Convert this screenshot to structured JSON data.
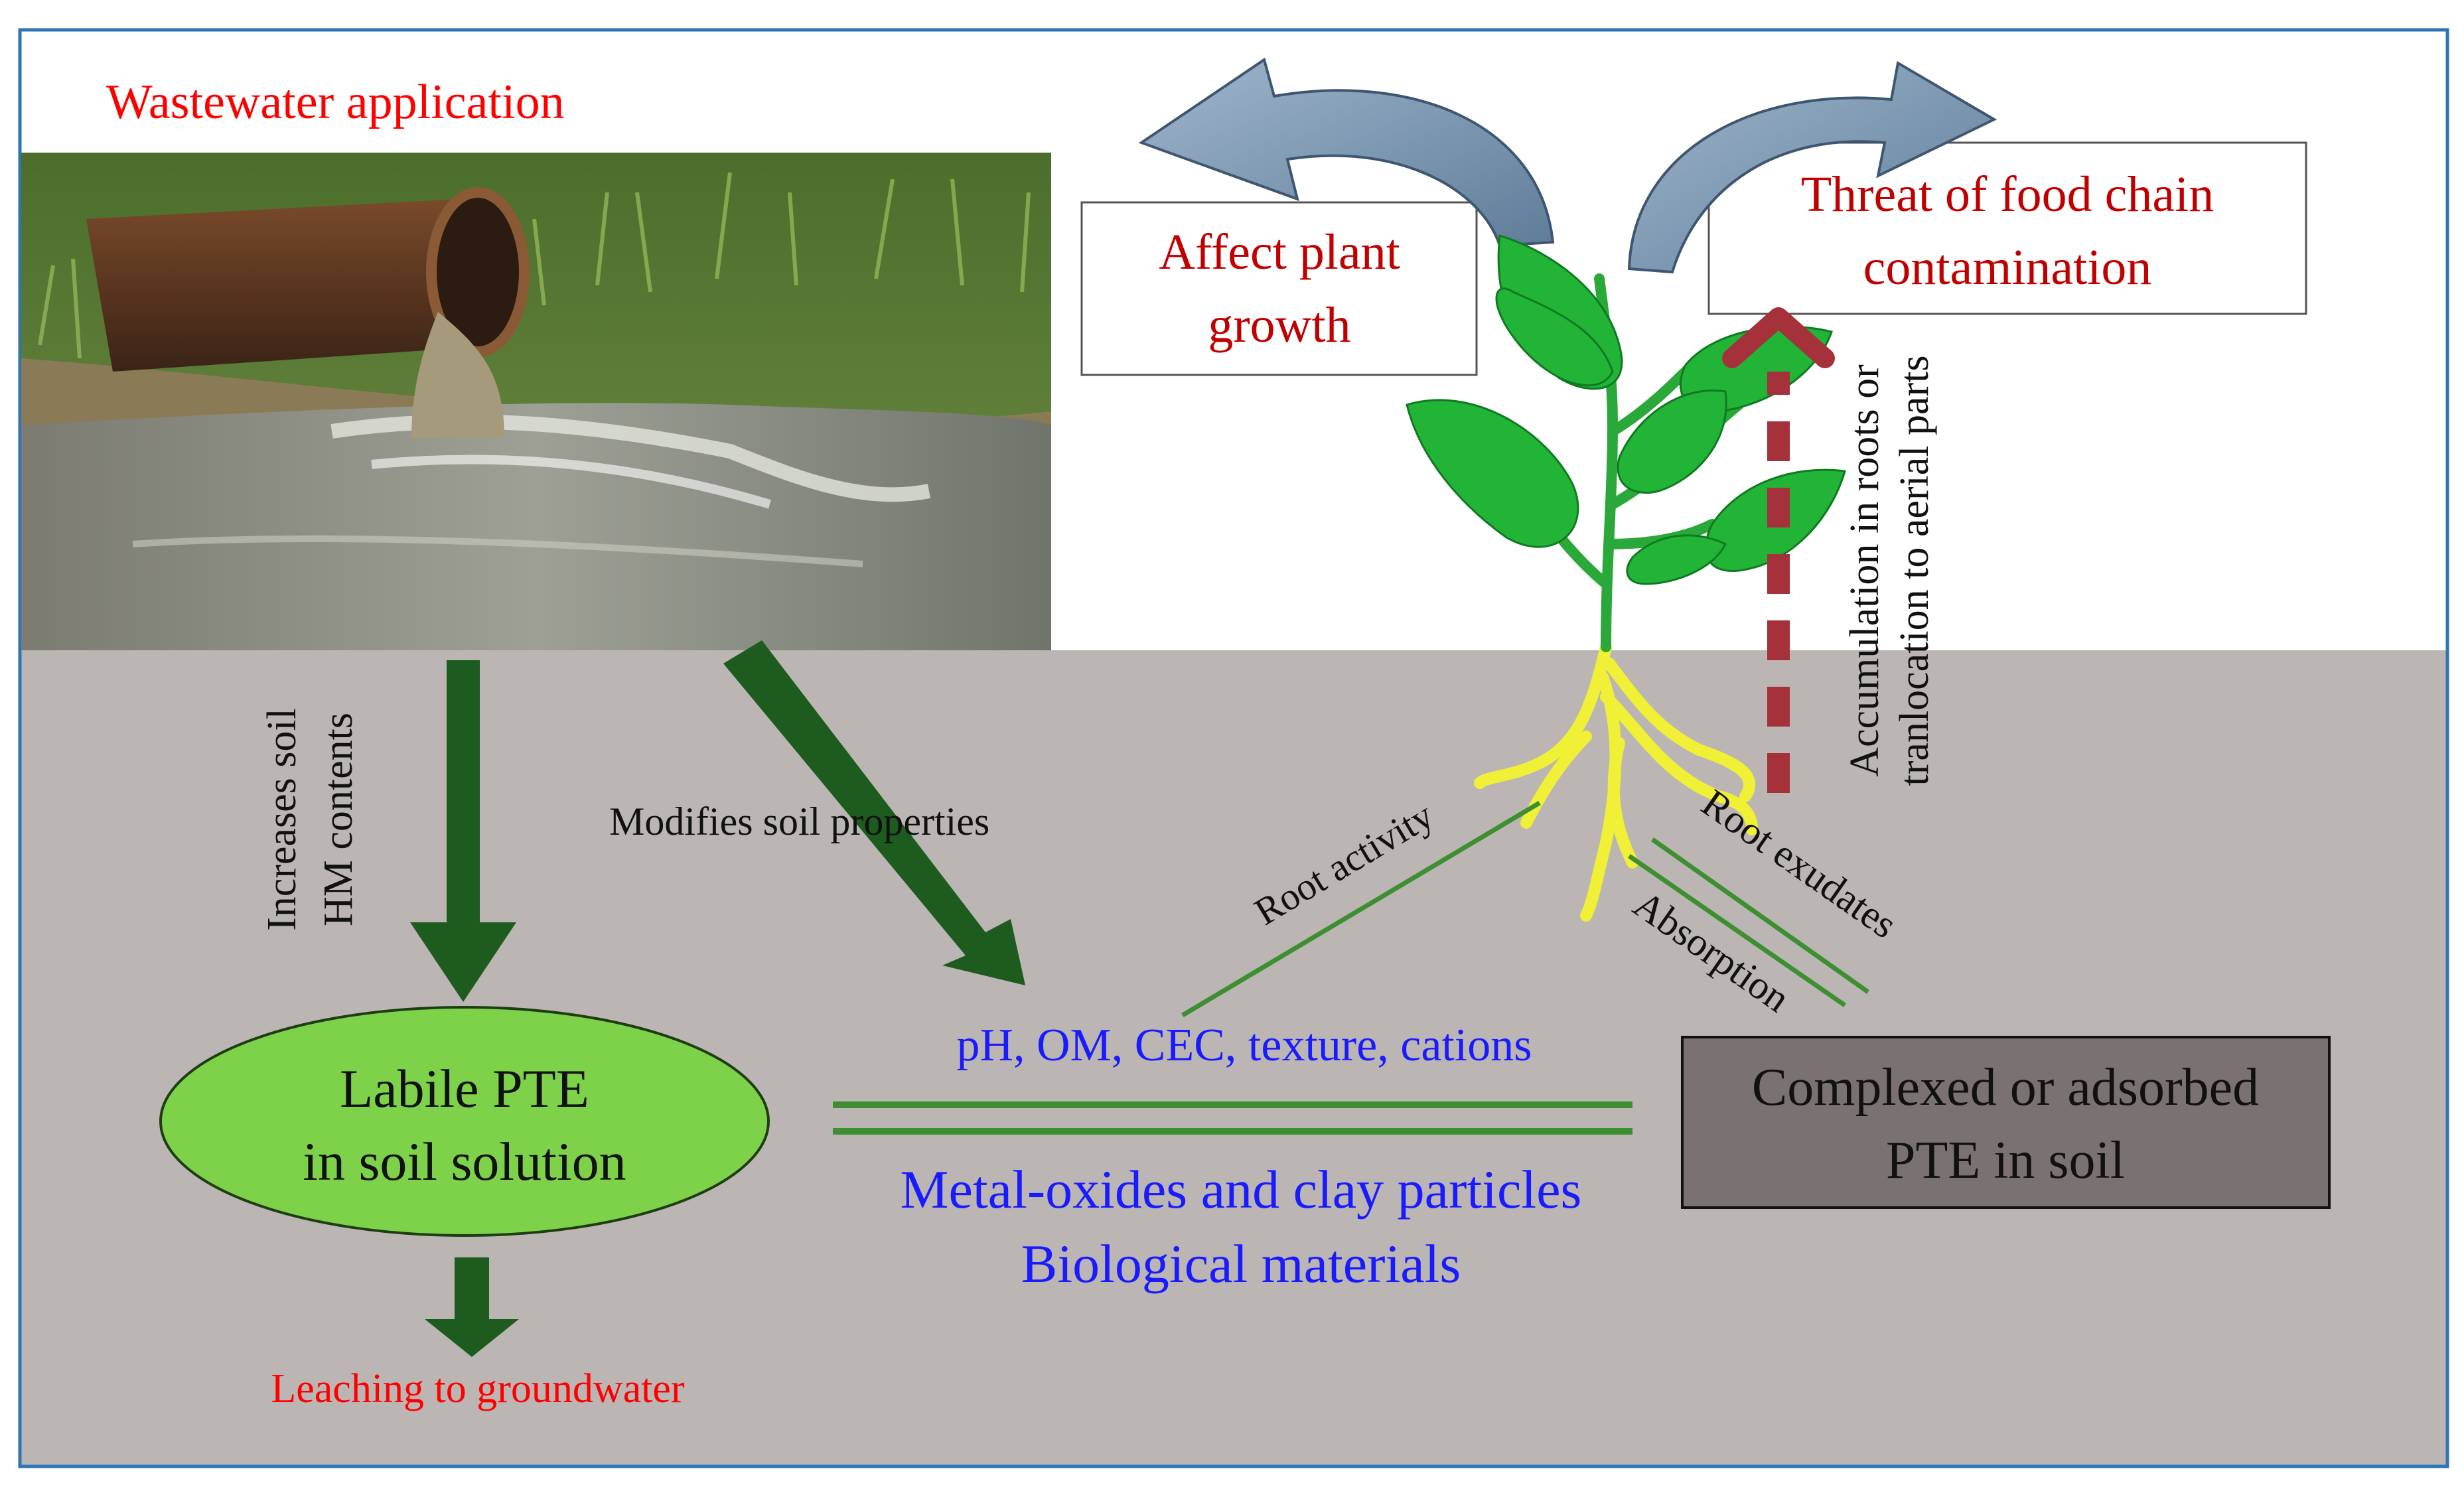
{
  "labels": {
    "wastewater": "Wastewater application",
    "affect_line1": "Affect plant",
    "affect_line2": "growth",
    "threat_line1": "Threat of food chain",
    "threat_line2": "contamination",
    "increases_line1": "Increases soil",
    "increases_line2": "HM contents",
    "modifies": "Modifies soil properties",
    "root_activity": "Root activity",
    "root_exudates": "Root exudates",
    "absorption": "Absorption",
    "accum_line1": "Accumulation in roots or",
    "accum_line2": "tranlocation to aerial parts",
    "labile_line1": "Labile PTE",
    "labile_line2": "in soil solution",
    "complexed_line1": "Complexed  or adsorbed",
    "complexed_line2": "PTE in soil",
    "soil_props": "pH, OM, CEC, texture, cations",
    "metal_oxides": "Metal-oxides  and clay particles",
    "biological": "Biological  materials",
    "leaching": "Leaching to groundwater"
  },
  "colors": {
    "frame": "#2e75b6",
    "soil": "#bbb6b3",
    "dark_green": "#1e5b1e",
    "line_green": "#3e8e32",
    "ellipse_fill": "#7ed24a",
    "complexed_fill": "#7a7270",
    "red_text": "#ff0000",
    "dark_red_text": "#c00000",
    "blue_text": "#1a1aff",
    "dashed_arrow": "#a5313a",
    "curved_arrow": "#7f9db9",
    "leaf": "#22b436",
    "root": "#f0f036"
  },
  "icons": {
    "photo": "wastewater-pipe-photo",
    "plant": "plant-icon"
  }
}
